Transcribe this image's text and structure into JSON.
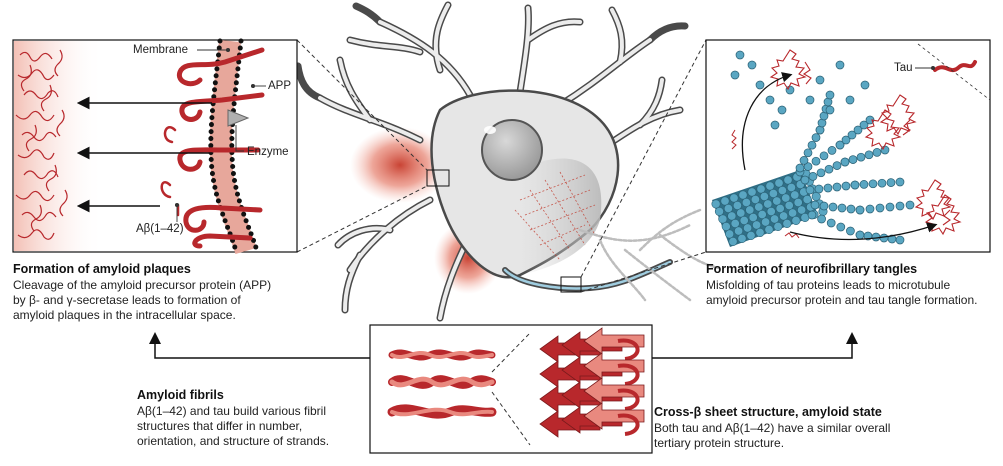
{
  "plaques": {
    "title": "Formation of amyloid plaques",
    "desc_lines": [
      "Cleavage of the amyloid precursor protein (APP)",
      "by β- and γ-secretase leads to formation of",
      "amyloid plaques in the intracellular space."
    ],
    "label_membrane": "Membrane",
    "label_app": "APP",
    "label_enzyme": "Enzyme",
    "label_abeta": "Aβ(1–42)"
  },
  "tangles": {
    "title": "Formation of neurofibrillary tangles",
    "desc_lines": [
      "Misfolding of tau proteins leads to microtubule",
      "amyloid precursor protein and tau tangle formation."
    ],
    "label_tau": "Tau"
  },
  "fibrils": {
    "title": "Amyloid fibrils",
    "desc_lines": [
      "Aβ(1–42) and tau build various fibril",
      "structures that differ in number,",
      "orientation, and structure of strands."
    ]
  },
  "crossbeta": {
    "title": "Cross-β sheet structure, amyloid state",
    "desc_lines": [
      "Both tau and Aβ(1–42) have a similar overall",
      "tertiary protein structure."
    ]
  },
  "colors": {
    "protein_red": "#b8282c",
    "protein_light": "#e9897f",
    "membrane_dots": "#1a1a1a",
    "tubulin_blue": "#5aa6c2",
    "neuron_fill": "#e6e6e6",
    "neuron_stroke": "#4a4a4a"
  }
}
